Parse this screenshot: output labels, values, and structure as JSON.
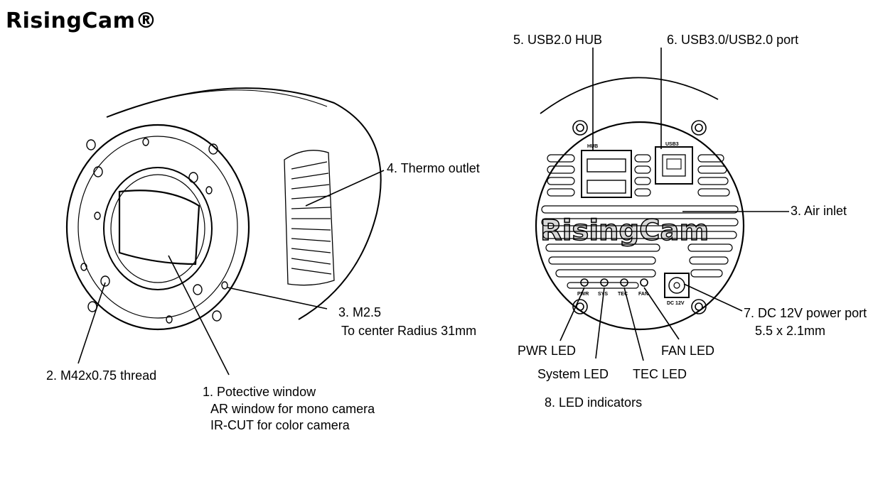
{
  "brand": "RisingCam®",
  "watermark": "RisingCam",
  "front_labels": {
    "thermo_outlet": "4. Thermo outlet",
    "m25_title": "3. M2.5",
    "m25_sub": "To center Radius 31mm",
    "thread": "2. M42x0.75 thread",
    "window_title": "1. Potective window",
    "window_line1": "AR window for mono camera",
    "window_line2": "IR-CUT for color camera"
  },
  "back_labels": {
    "usb_hub": "5. USB2.0 HUB",
    "usb_port": "6. USB3.0/USB2.0 port",
    "air_inlet": "3. Air inlet",
    "power_port": "7. DC 12V power port",
    "power_size": "5.5 x 2.1mm",
    "pwr_led": "PWR LED",
    "system_led": "System LED",
    "tec_led": "TEC LED",
    "fan_led": "FAN LED",
    "led_indicators": "8. LED indicators"
  },
  "panel_marks": {
    "hub": "HUB",
    "usb3": "USB3",
    "dc": "DC 12V",
    "pwr": "PWR",
    "sys": "SYS",
    "tec": "TEC",
    "fan": "FAN"
  }
}
